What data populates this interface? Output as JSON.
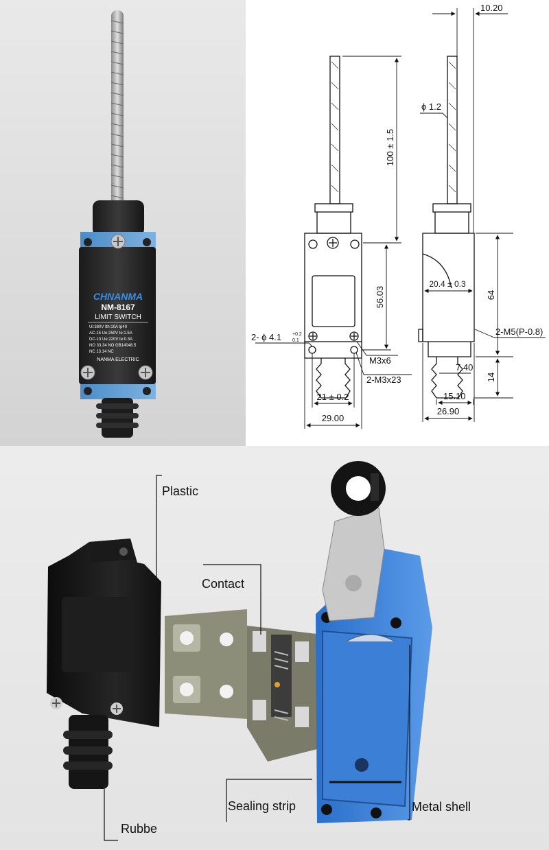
{
  "product_photo": {
    "brand": "CHNANMA",
    "model": "NM-8167",
    "type": "LIMIT SWITCH",
    "specs": [
      "Ui:380V  Ith:10A   Ip40",
      "AC-15  Ue:250V  Ie:1.5A",
      "DC-13  Ue:220V  Ie:0.3A",
      "NO 33.34 NO    GB14048.5",
      "NC 13.14 NC"
    ],
    "maker": "NANMA  ELECTRIC"
  },
  "dimension_drawing": {
    "rod_length": "100 ± 1.5",
    "body_height": "56.03",
    "hole_spec": "2- ϕ 4.1",
    "hole_tol_upper": "+0.2",
    "hole_tol_lower": "0.1",
    "screw_a": "M3x6",
    "screw_b": "2-M3x23",
    "hole_pitch": "21 ± 0.2",
    "front_width": "29.00",
    "top_offset": "10.20",
    "rod_diameter": "ϕ 1.2",
    "mount_depth": "20.4 ± 0.3",
    "side_height": "64",
    "thread_spec": "2-M5(P-0.8)",
    "plunger_offset": "7.40",
    "boot_height": "14",
    "boot_width": "15.10",
    "side_width": "26.90"
  },
  "exploded_view": {
    "labels": {
      "plastic": "Plastic",
      "contact": "Contact",
      "sealing_strip": "Sealing strip",
      "metal_shell": "Metal shell",
      "rubber": "Rubbe"
    }
  }
}
